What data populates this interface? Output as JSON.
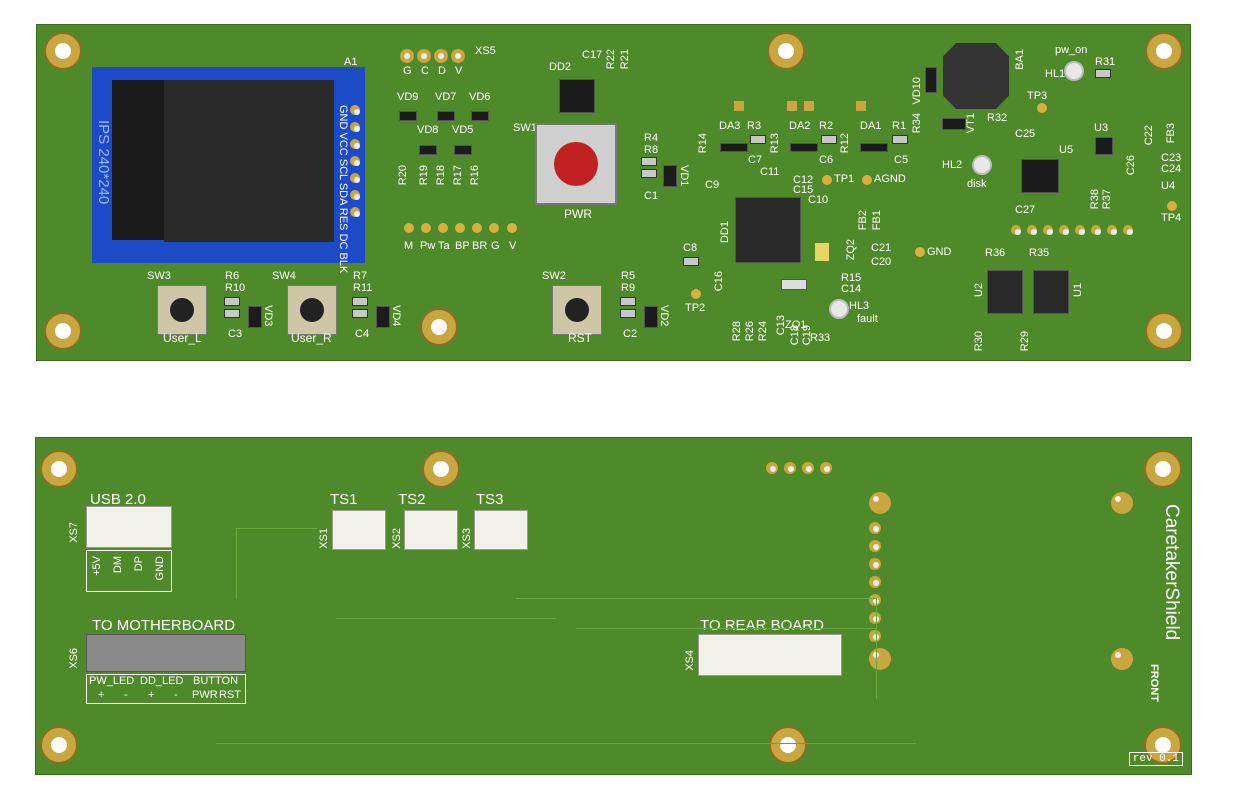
{
  "top_board": {
    "header": {
      "pins": [
        "G",
        "C",
        "D",
        "V"
      ],
      "ref": "XS5"
    },
    "display": {
      "ref": "A1",
      "text": "IPS 240*240",
      "pins": "GND VCC SCL SDA RES DC BLK"
    },
    "leds_group": {
      "refs": [
        "VD9",
        "VD7",
        "VD6",
        "VD8",
        "VD5"
      ],
      "resistors": [
        "R20",
        "R19",
        "R18",
        "R17",
        "R16"
      ],
      "pins": [
        "M",
        "Pw",
        "Ta",
        "BP",
        "BR",
        "G",
        "V"
      ]
    },
    "buttons": [
      {
        "ref": "SW3",
        "label": "User_L"
      },
      {
        "ref": "SW4",
        "label": "User_R"
      },
      {
        "ref": "SW2",
        "label": "RST"
      },
      {
        "ref": "SW1",
        "label": "PWR"
      }
    ],
    "refs": {
      "r6": "R6",
      "r10": "R10",
      "c3": "C3",
      "vd3": "VD3",
      "r7": "R7",
      "r11": "R11",
      "c4": "C4",
      "vd4": "VD4",
      "r5": "R5",
      "r9": "R9",
      "c2": "C2",
      "vd2": "VD2",
      "r4": "R4",
      "r8": "R8",
      "c1": "C1",
      "vd1": "VD1",
      "dd2": "DD2",
      "c17": "C17",
      "r22": "R22",
      "r21": "R21",
      "dd1": "DD1",
      "c9": "C9",
      "c8": "C8",
      "c16": "C16",
      "tp2": "TP2",
      "da3": "DA3",
      "r3": "R3",
      "da2": "DA2",
      "r2": "R2",
      "da1": "DA1",
      "r1": "R1",
      "r14": "R14",
      "r13": "R13",
      "r12": "R12",
      "c7": "C7",
      "c6": "C6",
      "c5": "C5",
      "c11": "C11",
      "c12": "C12",
      "c15": "C15",
      "tp1": "TP1",
      "agnd": "AGND",
      "c10": "C10",
      "fb2": "FB2",
      "fb1": "FB1",
      "zq2": "ZQ2",
      "c21": "C21",
      "c20": "C20",
      "r15": "R15",
      "c14": "C14",
      "zq1": "ZQ1",
      "c13": "C13",
      "c18": "C18",
      "c19": "C19",
      "r28": "R28",
      "r26": "R26",
      "r24": "R24",
      "r33": "R33",
      "gnd": "GND",
      "ba1": "BA1",
      "vd10": "VD10",
      "r34": "R34",
      "vt1": "VT1",
      "r32": "R32",
      "tp3": "TP3",
      "hl1": "HL1",
      "pw_on": "pw_on",
      "r31": "R31",
      "hl2": "HL2",
      "disk": "disk",
      "hl3": "HL3",
      "fault": "fault",
      "c25": "C25",
      "u5": "U5",
      "c27": "C27",
      "u3": "U3",
      "c22": "C22",
      "fb3": "FB3",
      "c26": "C26",
      "c23": "C23",
      "c24": "C24",
      "u4": "U4",
      "tp4": "TP4",
      "r38": "R38",
      "r37": "R37",
      "r36": "R36",
      "r35": "R35",
      "u2": "U2",
      "u1": "U1",
      "r30": "R30",
      "r29": "R29"
    }
  },
  "bottom_board": {
    "usb": {
      "title": "USB 2.0",
      "ref": "XS7",
      "pins": [
        "+5V",
        "DM",
        "DP",
        "GND"
      ]
    },
    "ts": [
      {
        "title": "TS1",
        "ref": "XS1"
      },
      {
        "title": "TS2",
        "ref": "XS2"
      },
      {
        "title": "TS3",
        "ref": "XS3"
      }
    ],
    "motherboard": {
      "title": "TO MOTHERBOARD",
      "ref": "XS6",
      "groups": [
        "PW_LED",
        "DD_LED",
        "BUTTON"
      ],
      "pins": [
        "+",
        "-",
        "+",
        "-",
        "PWR",
        "RST"
      ]
    },
    "rear": {
      "title": "TO REAR BOARD",
      "ref": "XS4"
    },
    "brand": "CaretakerShield",
    "side": "FRONT",
    "rev": "rev 0.1"
  }
}
